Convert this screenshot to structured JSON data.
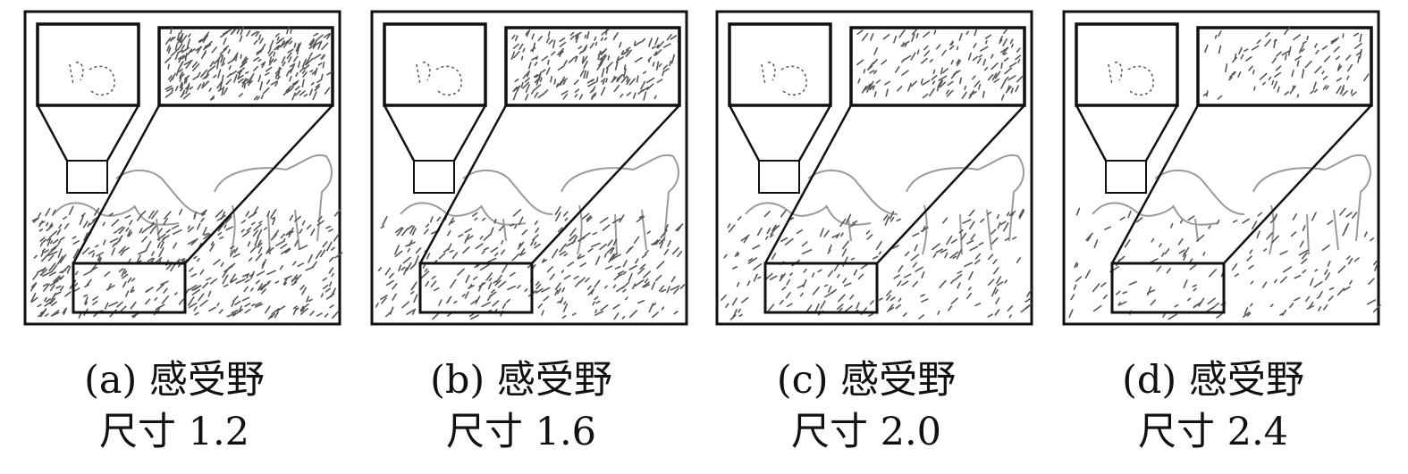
{
  "panels": [
    {
      "id": "a",
      "caption_line1": "(a) 感受野",
      "caption_line2": "尺寸 1.2",
      "edge_density": 1.0
    },
    {
      "id": "b",
      "caption_line1": "(b) 感受野",
      "caption_line2": "尺寸 1.6",
      "edge_density": 0.7
    },
    {
      "id": "c",
      "caption_line1": "(c) 感受野",
      "caption_line2": "尺寸 2.0",
      "edge_density": 0.5
    },
    {
      "id": "d",
      "caption_line1": "(d) 感受野",
      "caption_line2": "尺寸 2.4",
      "edge_density": 0.35
    }
  ],
  "colors": {
    "frame": "#111111",
    "edges": "#555555",
    "background": "#ffffff"
  }
}
